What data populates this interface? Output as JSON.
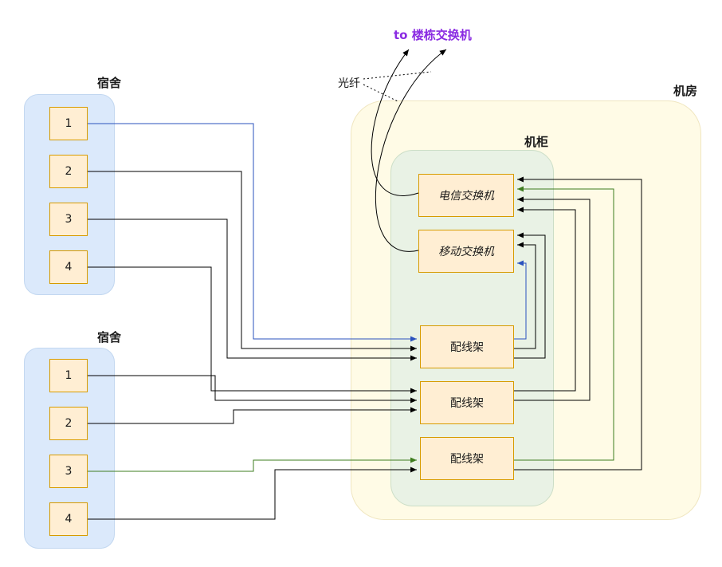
{
  "dorms": [
    {
      "label": "宿舍",
      "rooms": [
        "1",
        "2",
        "3",
        "4"
      ]
    },
    {
      "label": "宿舍",
      "rooms": [
        "1",
        "2",
        "3",
        "4"
      ]
    }
  ],
  "machine_room": {
    "label": "机房"
  },
  "cabinet": {
    "label": "机柜"
  },
  "devices": {
    "telecom_switch": "电信交换机",
    "mobile_switch": "移动交换机",
    "patch_panels": [
      "配线架",
      "配线架",
      "配线架"
    ]
  },
  "annotations": {
    "uplink_label": "to 楼栋交换机",
    "fiber_label": "光纤"
  },
  "colors": {
    "line_black": "#000000",
    "line_blue": "#2a52be",
    "line_green": "#3e7c1f",
    "uplink_text_purple": "#8a2be2",
    "node_fill": "#ffeed3",
    "node_border": "#d79b00",
    "dorm_fill": "#dbe9fb",
    "machine_room_fill": "#fffbe6",
    "cabinet_fill": "#e9f2e5"
  },
  "connections": [
    {
      "from": "dorm1-room1",
      "to": "patch-panel-1",
      "color": "blue"
    },
    {
      "from": "dorm1-room2",
      "to": "patch-panel-1",
      "color": "black"
    },
    {
      "from": "dorm1-room3",
      "to": "patch-panel-1",
      "color": "black"
    },
    {
      "from": "dorm1-room4",
      "to": "patch-panel-2",
      "color": "black"
    },
    {
      "from": "dorm2-room1",
      "to": "patch-panel-2",
      "color": "black"
    },
    {
      "from": "dorm2-room2",
      "to": "patch-panel-2",
      "color": "black"
    },
    {
      "from": "dorm2-room3",
      "to": "patch-panel-3",
      "color": "green"
    },
    {
      "from": "dorm2-room4",
      "to": "patch-panel-3",
      "color": "black"
    },
    {
      "from": "patch-panel-1",
      "to": "mobile-switch",
      "color": "blue"
    },
    {
      "from": "patch-panel-1",
      "to": "mobile-switch",
      "color": "black"
    },
    {
      "from": "patch-panel-1",
      "to": "mobile-switch",
      "color": "black"
    },
    {
      "from": "patch-panel-2",
      "to": "telecom-switch",
      "color": "black"
    },
    {
      "from": "patch-panel-2",
      "to": "telecom-switch",
      "color": "black"
    },
    {
      "from": "patch-panel-3",
      "to": "telecom-switch",
      "color": "green"
    },
    {
      "from": "patch-panel-3",
      "to": "telecom-switch",
      "color": "black"
    },
    {
      "from": "telecom-switch",
      "to": "楼栋交换机",
      "color": "black",
      "type": "fiber"
    },
    {
      "from": "mobile-switch",
      "to": "楼栋交换机",
      "color": "black",
      "type": "fiber"
    }
  ]
}
